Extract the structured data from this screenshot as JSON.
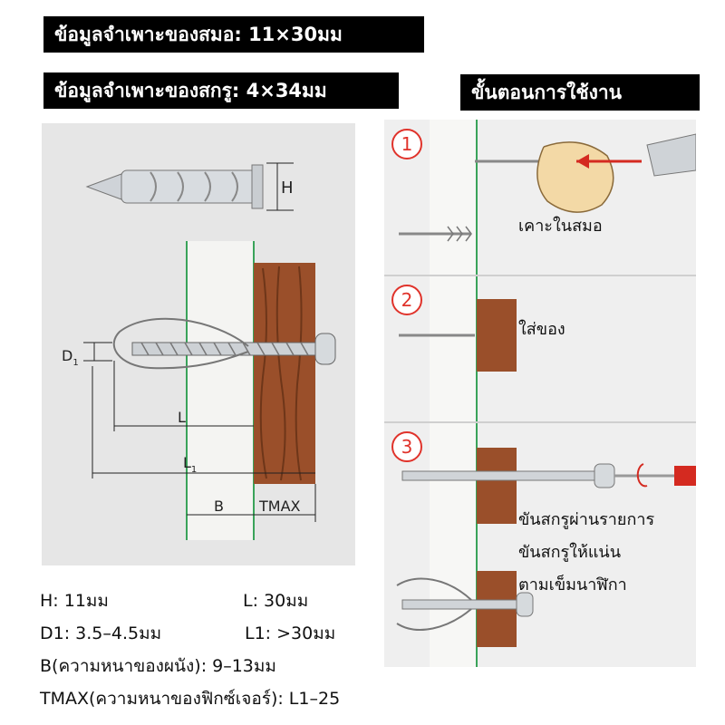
{
  "header": {
    "anchor_spec": "ข้อมูลจำเพาะของสมอ: 11×30มม",
    "screw_spec": "ข้อมูลจำเพาะของสกรู: 4×34มม",
    "steps_title": "ขั้นตอนการใช้งาน"
  },
  "diagram": {
    "labels": {
      "h": "H",
      "d1": "D",
      "d1_sub": "1",
      "l": "L",
      "l1": "L",
      "l1_sub": "1",
      "b": "B",
      "tmax": "TMAX"
    }
  },
  "specs": {
    "h": "H: 11มม",
    "l": "L: 30มม",
    "d1": "D1: 3.5–4.5มม",
    "l1": "L1: >30มม",
    "b": "B(ความหนาของผนัง): 9–13มม",
    "tmax": "TMAX(ความหนาของฟิกซ์เจอร์): L1–25"
  },
  "steps": [
    {
      "number": "1",
      "label": "เคาะในสมอ"
    },
    {
      "number": "2",
      "label": "ใส่ของ"
    },
    {
      "number": "3",
      "label_line1": "ขันสกรูผ่านรายการ",
      "label_line2": "ขันสกรูให้แน่น",
      "label_line3": "ตามเข็มนาฬิกา"
    }
  ],
  "colors": {
    "banner_bg": "#000000",
    "panel_bg": "#e6e6e6",
    "wood": "#9a4f2a",
    "wall_line": "#3aa35a",
    "step_circle": "#e0332b",
    "arrow": "#d42a20"
  }
}
